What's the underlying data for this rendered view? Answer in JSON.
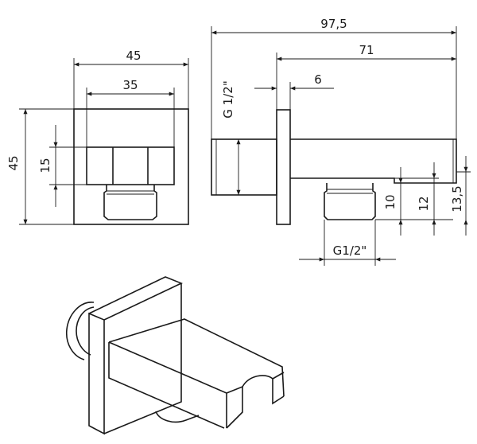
{
  "drawing": {
    "front_view": {
      "overall_width": "45",
      "hex_width": "35",
      "overall_height": "45",
      "hex_height": "15"
    },
    "side_view": {
      "total_length": "97,5",
      "arm_length": "71",
      "plate_thickness": "6",
      "inlet_thread": "G 1/2\"",
      "outlet_thread": "G1/2\"",
      "outlet_height_1": "10",
      "outlet_height_2": "12",
      "outlet_height_3": "13,5"
    },
    "views": [
      "front-view",
      "side-view",
      "isometric-view"
    ],
    "line_color": "#1a1a1a"
  }
}
